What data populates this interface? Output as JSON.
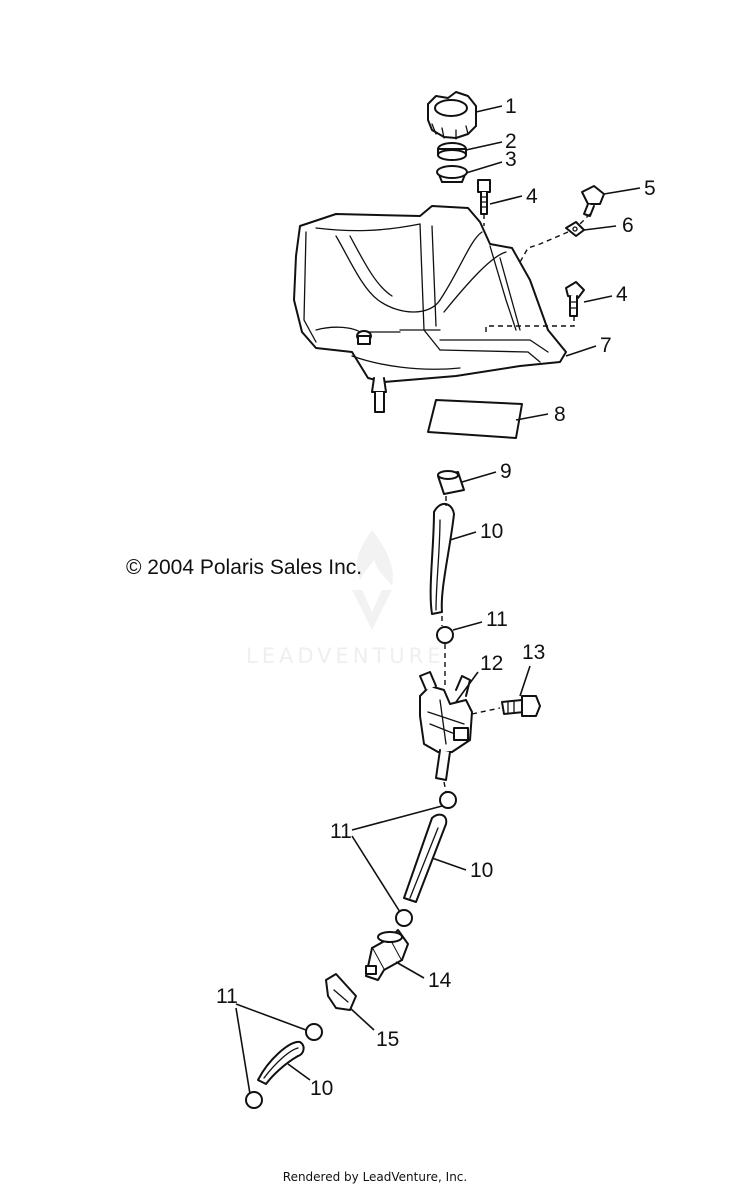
{
  "diagram": {
    "callouts": [
      "1",
      "2",
      "3",
      "4",
      "5",
      "6",
      "4",
      "7",
      "8",
      "9",
      "10",
      "11",
      "12",
      "13",
      "11",
      "10",
      "14",
      "15",
      "11",
      "10"
    ]
  },
  "copyright": "© 2004 Polaris Sales Inc.",
  "watermark": "LEADVENTURE",
  "footer": "Rendered by LeadVenture, Inc."
}
